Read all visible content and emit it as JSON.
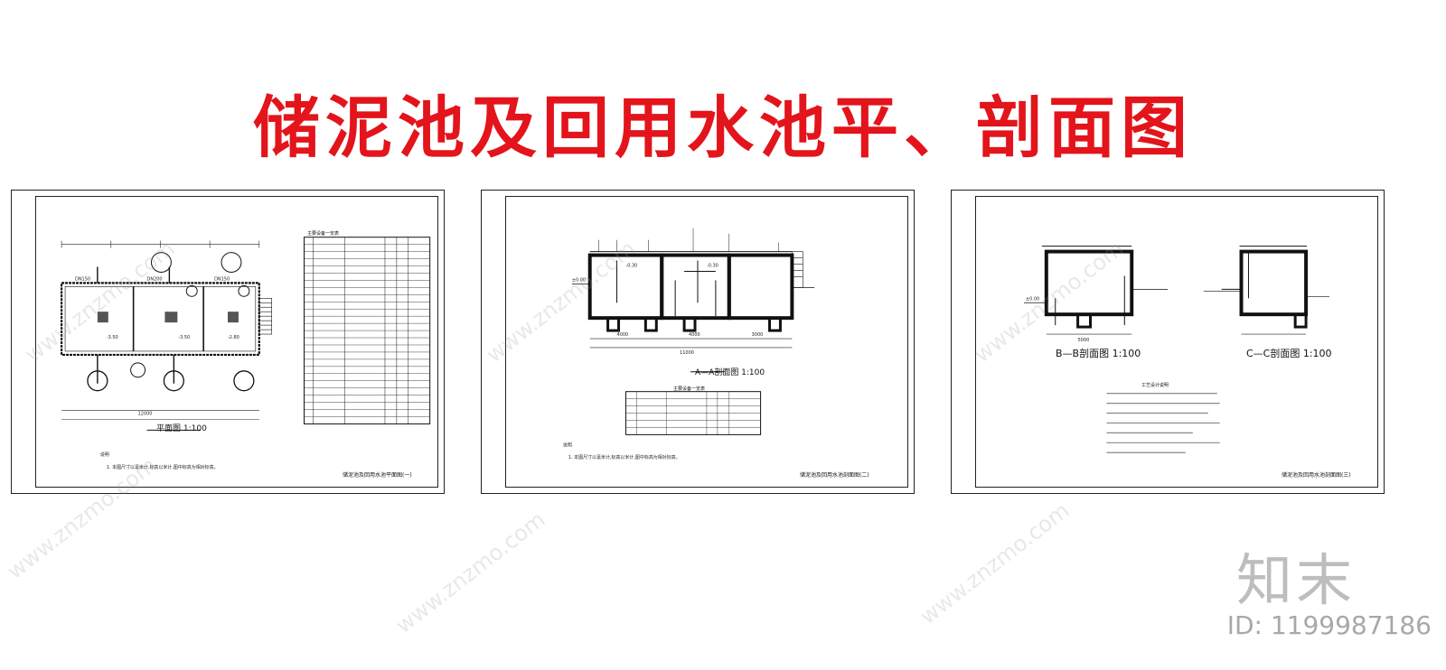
{
  "title": "储泥池及回用水池平、剖面图",
  "sheets": [
    {
      "caption": "平面图 1:100",
      "footer": "储泥池及回用水池平面图(一)",
      "table_title": "主要设备一览表"
    },
    {
      "caption": "A—A剖面图 1:100",
      "footer": "储泥池及回用水池剖面图(二)",
      "table_title": "主要设备一览表"
    },
    {
      "caption_bb": "B—B剖面图 1:100",
      "caption_cc": "C—C剖面图 1:100",
      "notes_title": "工艺设计说明",
      "footer": "储泥池及回用水池剖面图(三)"
    }
  ],
  "watermark": {
    "logo": "知末",
    "id": "ID: 1199987186",
    "site": "www.znzmo.com"
  }
}
